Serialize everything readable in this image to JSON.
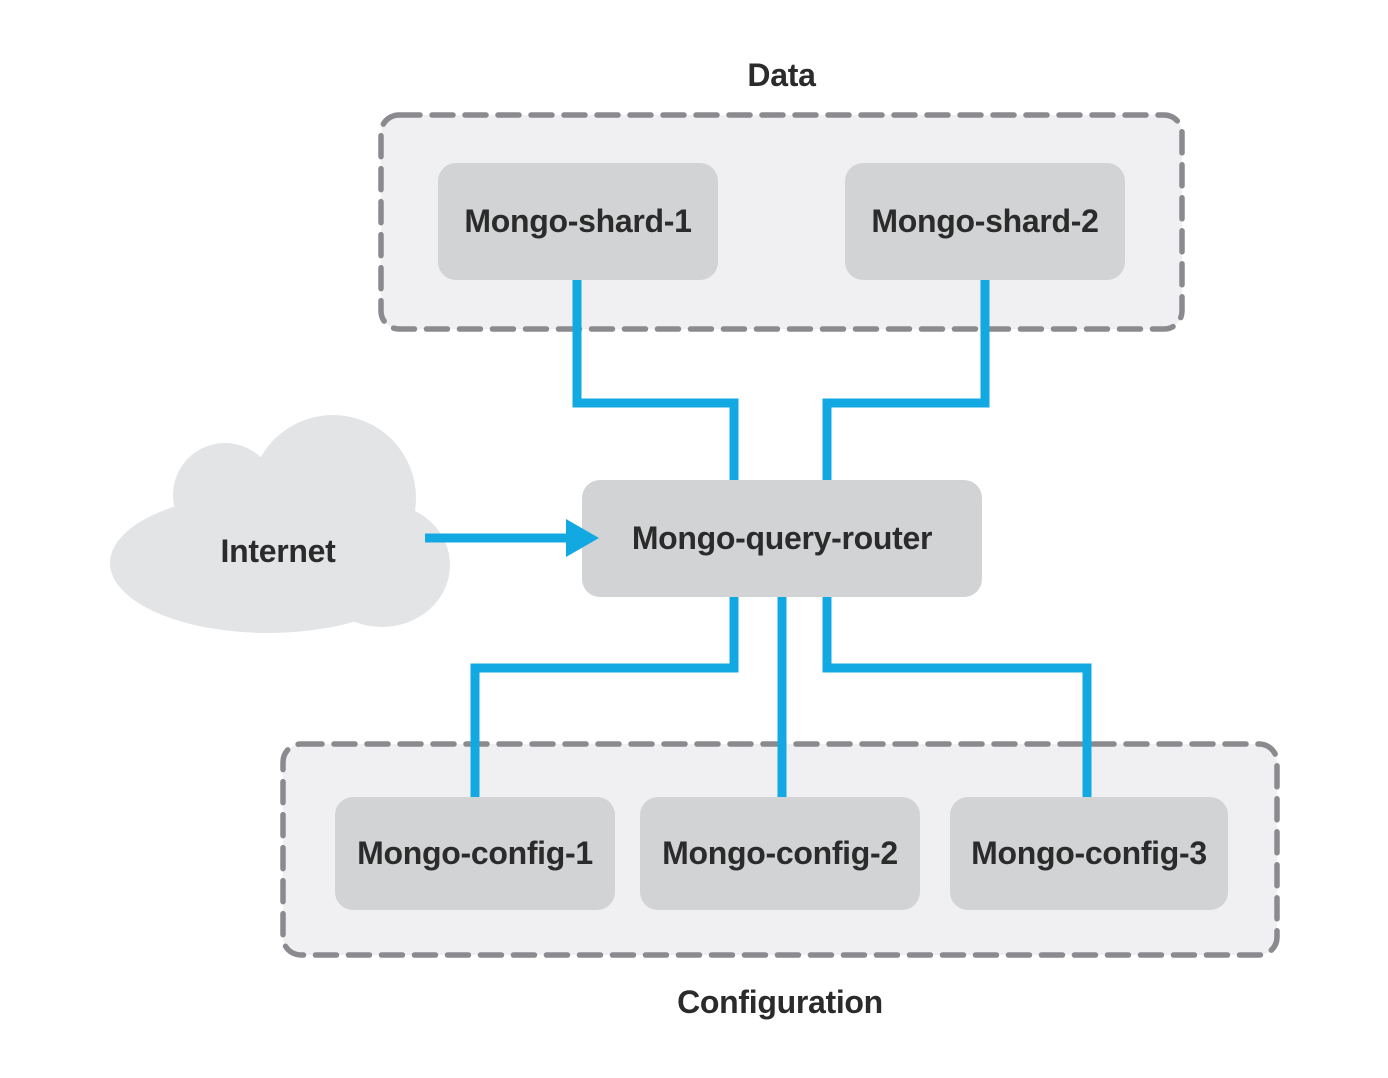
{
  "diagram": {
    "groups": {
      "data": {
        "label": "Data"
      },
      "configuration": {
        "label": "Configuration"
      }
    },
    "cloud": {
      "label": "Internet"
    },
    "nodes": {
      "shard1": {
        "label": "Mongo-shard-1"
      },
      "shard2": {
        "label": "Mongo-shard-2"
      },
      "router": {
        "label": "Mongo-query-router"
      },
      "config1": {
        "label": "Mongo-config-1"
      },
      "config2": {
        "label": "Mongo-config-2"
      },
      "config3": {
        "label": "Mongo-config-3"
      }
    },
    "connections": [
      {
        "from": "Mongo-shard-1",
        "to": "Mongo-query-router"
      },
      {
        "from": "Mongo-shard-2",
        "to": "Mongo-query-router"
      },
      {
        "from": "Mongo-query-router",
        "to": "Mongo-config-1"
      },
      {
        "from": "Mongo-query-router",
        "to": "Mongo-config-2"
      },
      {
        "from": "Mongo-query-router",
        "to": "Mongo-config-3"
      },
      {
        "from": "Internet",
        "to": "Mongo-query-router",
        "style": "arrow"
      }
    ],
    "colors": {
      "connector": "#12A9E3",
      "node_fill": "#D2D3D5",
      "group_fill": "#F0F0F2",
      "group_border": "#8A8A8F",
      "cloud_fill": "#E3E4E6",
      "text": "#2B2B2B",
      "background": "#FFFFFF"
    }
  }
}
